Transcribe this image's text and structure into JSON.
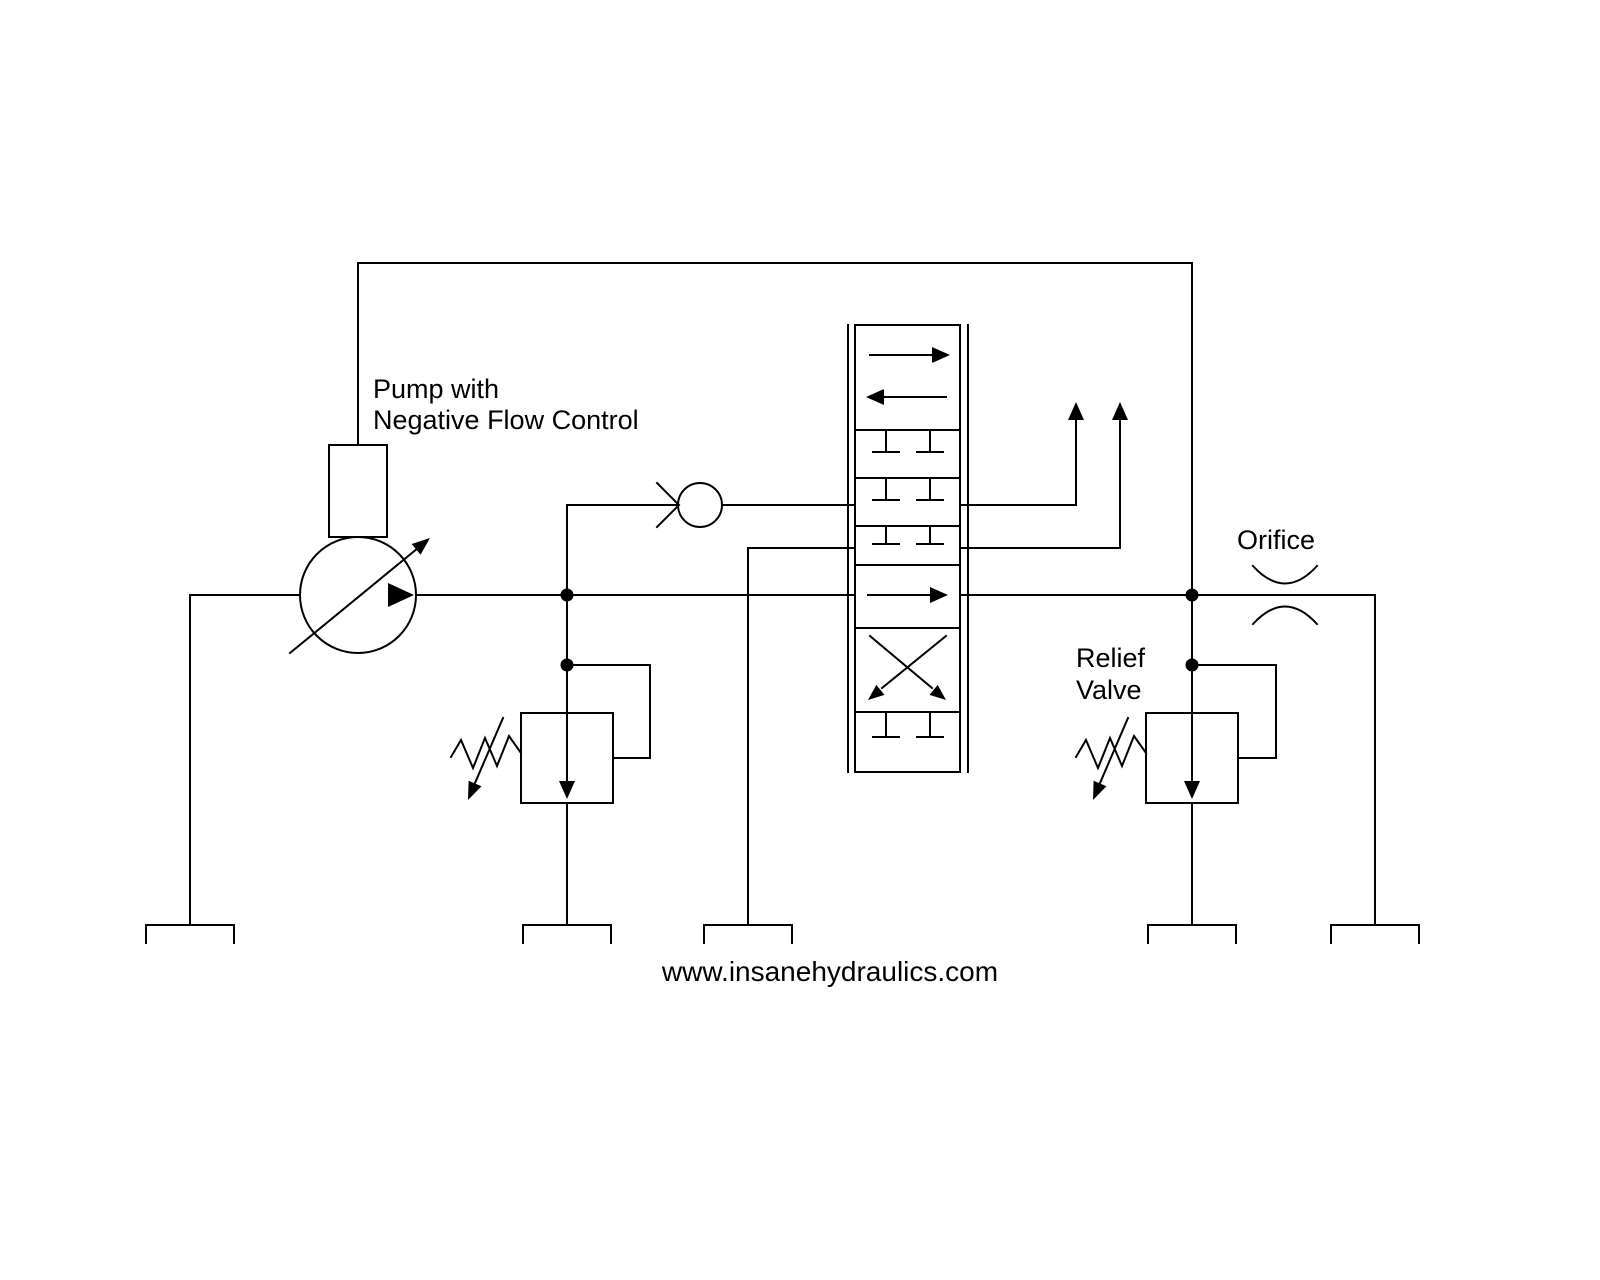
{
  "page": {
    "background_color": "#ffffff",
    "line_color": "#000000"
  },
  "labels": {
    "pump": {
      "line1": "Pump with",
      "line2": "Negative Flow Control"
    },
    "orifice": "Orifice",
    "relief_valve": {
      "line1": "Relief",
      "line2": "Valve"
    },
    "website": "www.insanehydraulics.com"
  },
  "symbols": [
    "variable-displacement-pump-with-negative-flow-control",
    "check-valve",
    "directional-control-valve",
    "relief-valve-left",
    "relief-valve-right",
    "orifice",
    "tank",
    "tank",
    "tank",
    "tank",
    "tank"
  ]
}
